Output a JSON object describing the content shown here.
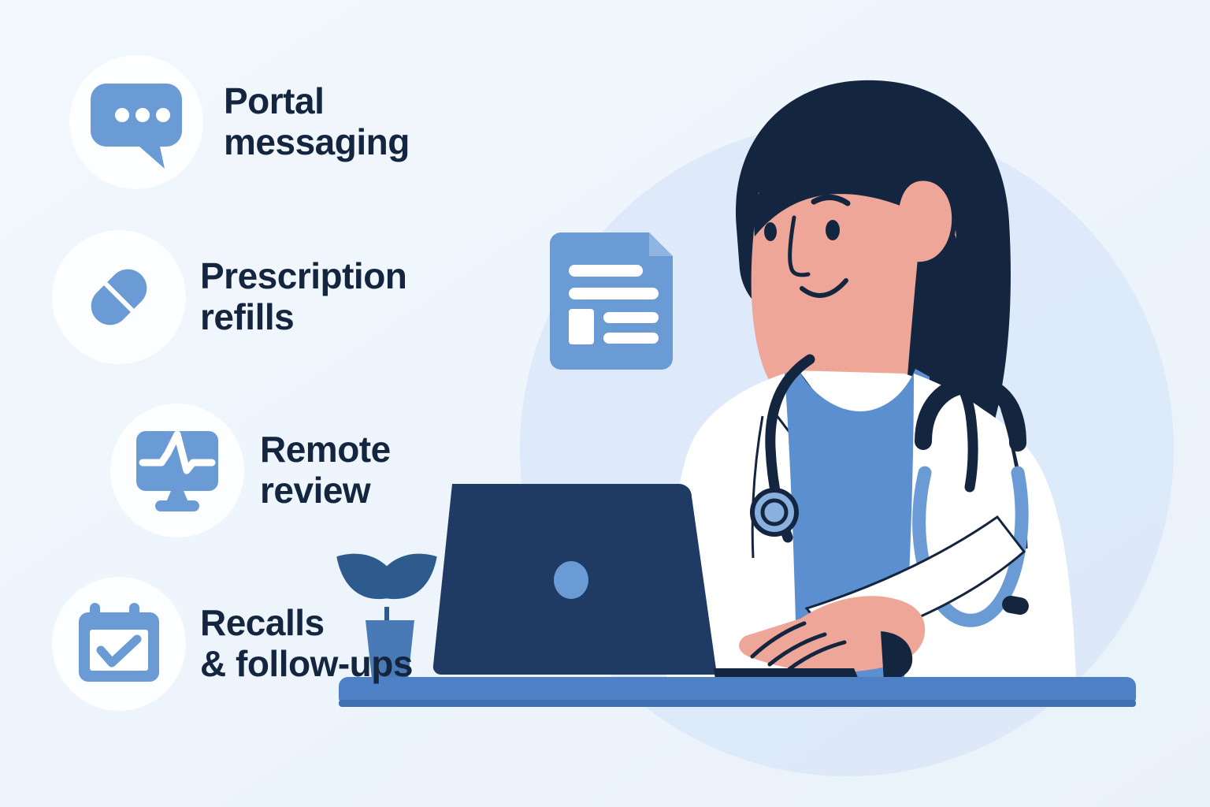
{
  "scene": {
    "title": "Clinician at laptop with digital-care feature list",
    "background_color": "#eef5fc",
    "accent_blue": "#6a9bd4",
    "deep_navy": "#14253f",
    "mid_navy": "#1f3a63",
    "skin": "#eda697",
    "coat_white": "#ffffff",
    "scrub_blue": "#5b8fd0",
    "halo_circle_color": "#dbe8f8",
    "desk_color": "#4d80c4"
  },
  "features": [
    {
      "id": "portal-messaging",
      "label": "Portal\nmessaging",
      "icon": "chat-bubble-icon",
      "icon_color": "#6a9bd4",
      "badge_color": "#fdfeff"
    },
    {
      "id": "prescription-refills",
      "label": "Prescription\nrefills",
      "icon": "pill-capsule-icon",
      "icon_color": "#6a9bd4",
      "badge_color": "#fdfeff"
    },
    {
      "id": "remote-review",
      "label": "Remote\nreview",
      "icon": "monitor-heartbeat-icon",
      "icon_color": "#6a9bd4",
      "badge_color": "#fdfeff"
    },
    {
      "id": "recalls-follow-ups",
      "label": "Recalls\n& follow-ups",
      "icon": "calendar-check-icon",
      "icon_color": "#6a9bd4",
      "badge_color": "#fdfeff"
    }
  ],
  "illustration": {
    "document_icon": {
      "name": "document-record-icon",
      "color": "#6a9bd4",
      "line_count": 4,
      "has_folded_corner": true,
      "has_photo_box": true
    },
    "plant": {
      "name": "potted-plant",
      "leaf_color": "#2e5b8e",
      "pot_color": "#4a7ab5",
      "leaf_count": 2
    },
    "laptop": {
      "name": "laptop",
      "lid_color": "#1f3a63",
      "logo_color": "#6a9bd4"
    },
    "doctor": {
      "name": "doctor-figure",
      "hair_color": "#14253f",
      "skin_color": "#eda697",
      "coat_color": "#ffffff",
      "scrub_color": "#5b8fd0",
      "stethoscope_tube_color": "#14253f",
      "stethoscope_ear_color": "#6a9bd4",
      "chestpiece_color": "#8ab0de"
    },
    "desk": {
      "name": "desk-surface",
      "color": "#4d80c4"
    }
  }
}
